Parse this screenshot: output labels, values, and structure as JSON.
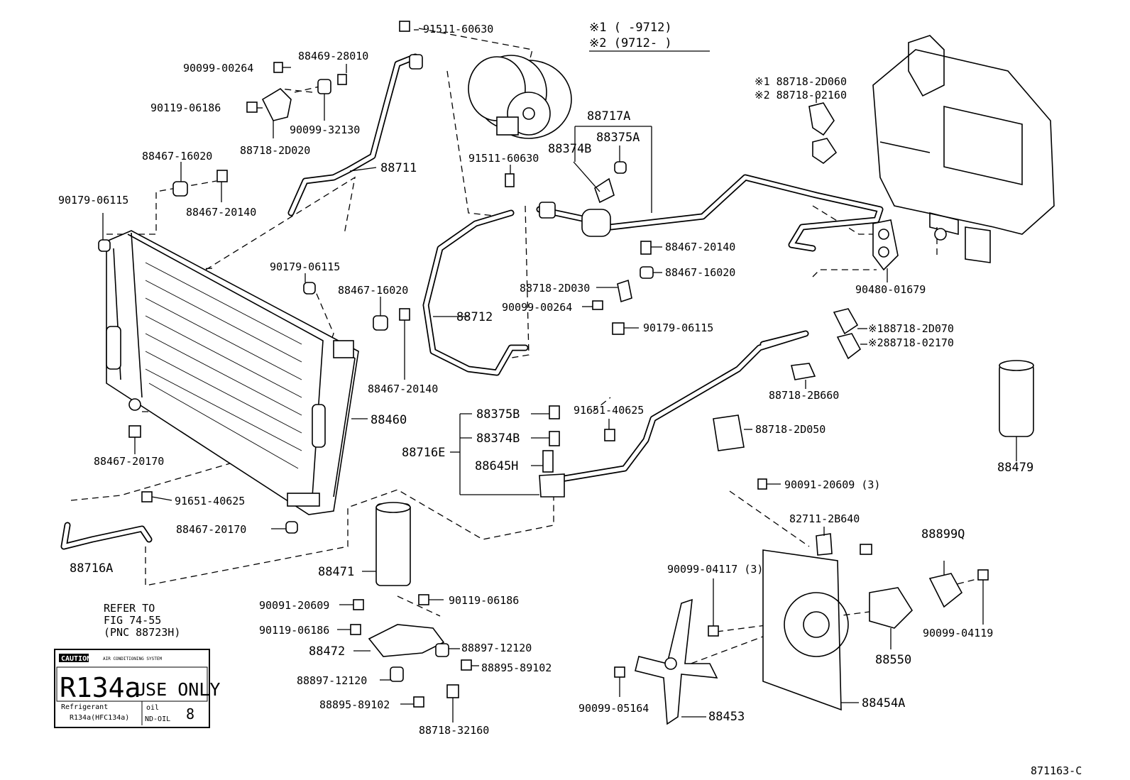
{
  "legend": {
    "line1": "※1 (     -9712)",
    "line2": "※2 (9712-     )"
  },
  "refer": {
    "line1": "REFER TO",
    "line2": "FIG 74-55",
    "line3": "(PNC 88723H)"
  },
  "caution_label": {
    "tag": "CAUTION",
    "system": "AIR CONDITIONING SYSTEM",
    "big_left": "R134a",
    "big_right": "USE ONLY",
    "refrigerant_label": "Refrigerant",
    "refrigerant_value": "R134a(HFC134a)",
    "oil_label": "oil",
    "oil_value": "ND-OIL",
    "oil_number": "8"
  },
  "figure_code": "871163-C",
  "brackets": {
    "b88717A": "88717A",
    "b88716E": "88716E"
  },
  "parts": [
    "91511-60630",
    "88469-28010",
    "90099-00264",
    "90119-06186",
    "90099-32130",
    "88718-2D020",
    "88711",
    "88467-16020",
    "90179-06115",
    "88467-20140",
    "88460",
    "90179-06115",
    "88467-16020",
    "88467-20140",
    "88467-20170",
    "91651-40625",
    "88467-20170",
    "88716A",
    "91511-60630",
    "88374B",
    "88375A",
    "88712",
    "88467-20140",
    "88467-16020",
    "88718-2D030",
    "90099-00264",
    "90179-06115",
    "90480-01679",
    "※1 88718-2D060",
    "※2 88718-02160",
    "※188718-2D070",
    "※288718-02170",
    "88718-2B660",
    "88718-2D050",
    "88479",
    "88375B",
    "88374B",
    "88645H",
    "91651-40625",
    "88471",
    "90091-20609",
    "90119-06186",
    "90119-06186",
    "88472",
    "88897-12120",
    "88895-89102",
    "88897-12120",
    "88895-89102",
    "88718-32160",
    "90091-20609 (3)",
    "82711-2B640",
    "88899Q",
    "90099-04117 (3)",
    "90099-04119",
    "88550",
    "90099-05164",
    "88453",
    "88454A"
  ]
}
